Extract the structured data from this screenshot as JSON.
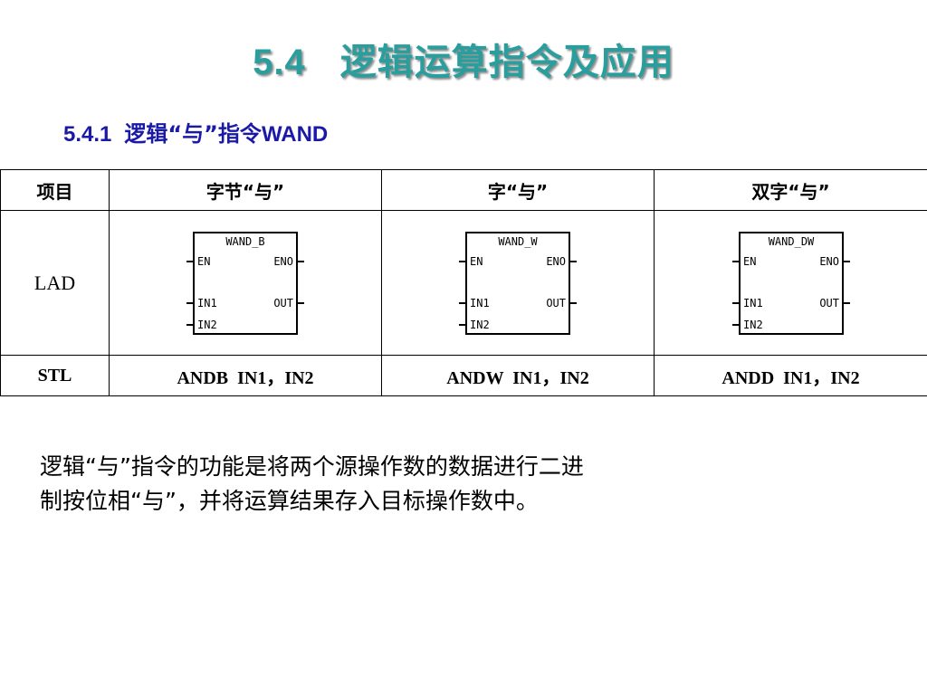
{
  "slide": {
    "title_num": "5.4",
    "title_text": "逻辑运算指令及应用",
    "subtitle_num": "5.4.1",
    "subtitle_text": "逻辑“与”指令",
    "subtitle_code": "WAND"
  },
  "table": {
    "headers": [
      "项目",
      "字节“与”",
      "字“与”",
      "双字“与”"
    ],
    "lad_label": "LAD",
    "stl_label": "STL",
    "blocks": [
      {
        "name": "WAND_B",
        "en": "EN",
        "eno": "ENO",
        "in1": "IN1",
        "in2": "IN2",
        "out": "OUT"
      },
      {
        "name": "WAND_W",
        "en": "EN",
        "eno": "ENO",
        "in1": "IN1",
        "in2": "IN2",
        "out": "OUT"
      },
      {
        "name": "WAND_DW",
        "en": "EN",
        "eno": "ENO",
        "in1": "IN1",
        "in2": "IN2",
        "out": "OUT"
      }
    ],
    "stl": [
      "ANDB  IN1，IN2",
      "ANDW  IN1，IN2",
      "ANDD  IN1，IN2"
    ]
  },
  "description": {
    "line1": "逻辑“与”指令的功能是将两个源操作数的数据进行二进",
    "line2": "制按位相“与”，并将运算结果存入目标操作数中。"
  }
}
